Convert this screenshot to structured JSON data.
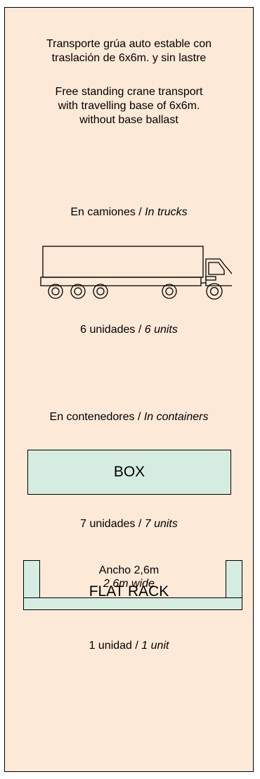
{
  "section1": {
    "es_line1": "Transporte grúa auto estable con",
    "es_line2": "traslación de 6x6m. y sin lastre",
    "en_line1": "Free standing crane transport",
    "en_line2": "with travelling base of 6x6m.",
    "en_line3": "without base ballast"
  },
  "section2": {
    "heading_es": "En camiones / ",
    "heading_en": "In trucks",
    "units_es": "6 unidades / ",
    "units_en": "6 units"
  },
  "section3": {
    "heading_es": "En contenedores / ",
    "heading_en": "In containers",
    "box_label": "BOX",
    "box_units_es": "7 unidades / ",
    "box_units_en": "7 units",
    "flat_rack_title": "FLAT RACK",
    "width_es": "Ancho 2,6m",
    "width_en": "2,6m wide",
    "flat_units_es": "1 unidad / ",
    "flat_units_en": "1 unit"
  },
  "colors": {
    "panel_bg": "#fde9d7",
    "container_fill": "#d4ede0"
  }
}
